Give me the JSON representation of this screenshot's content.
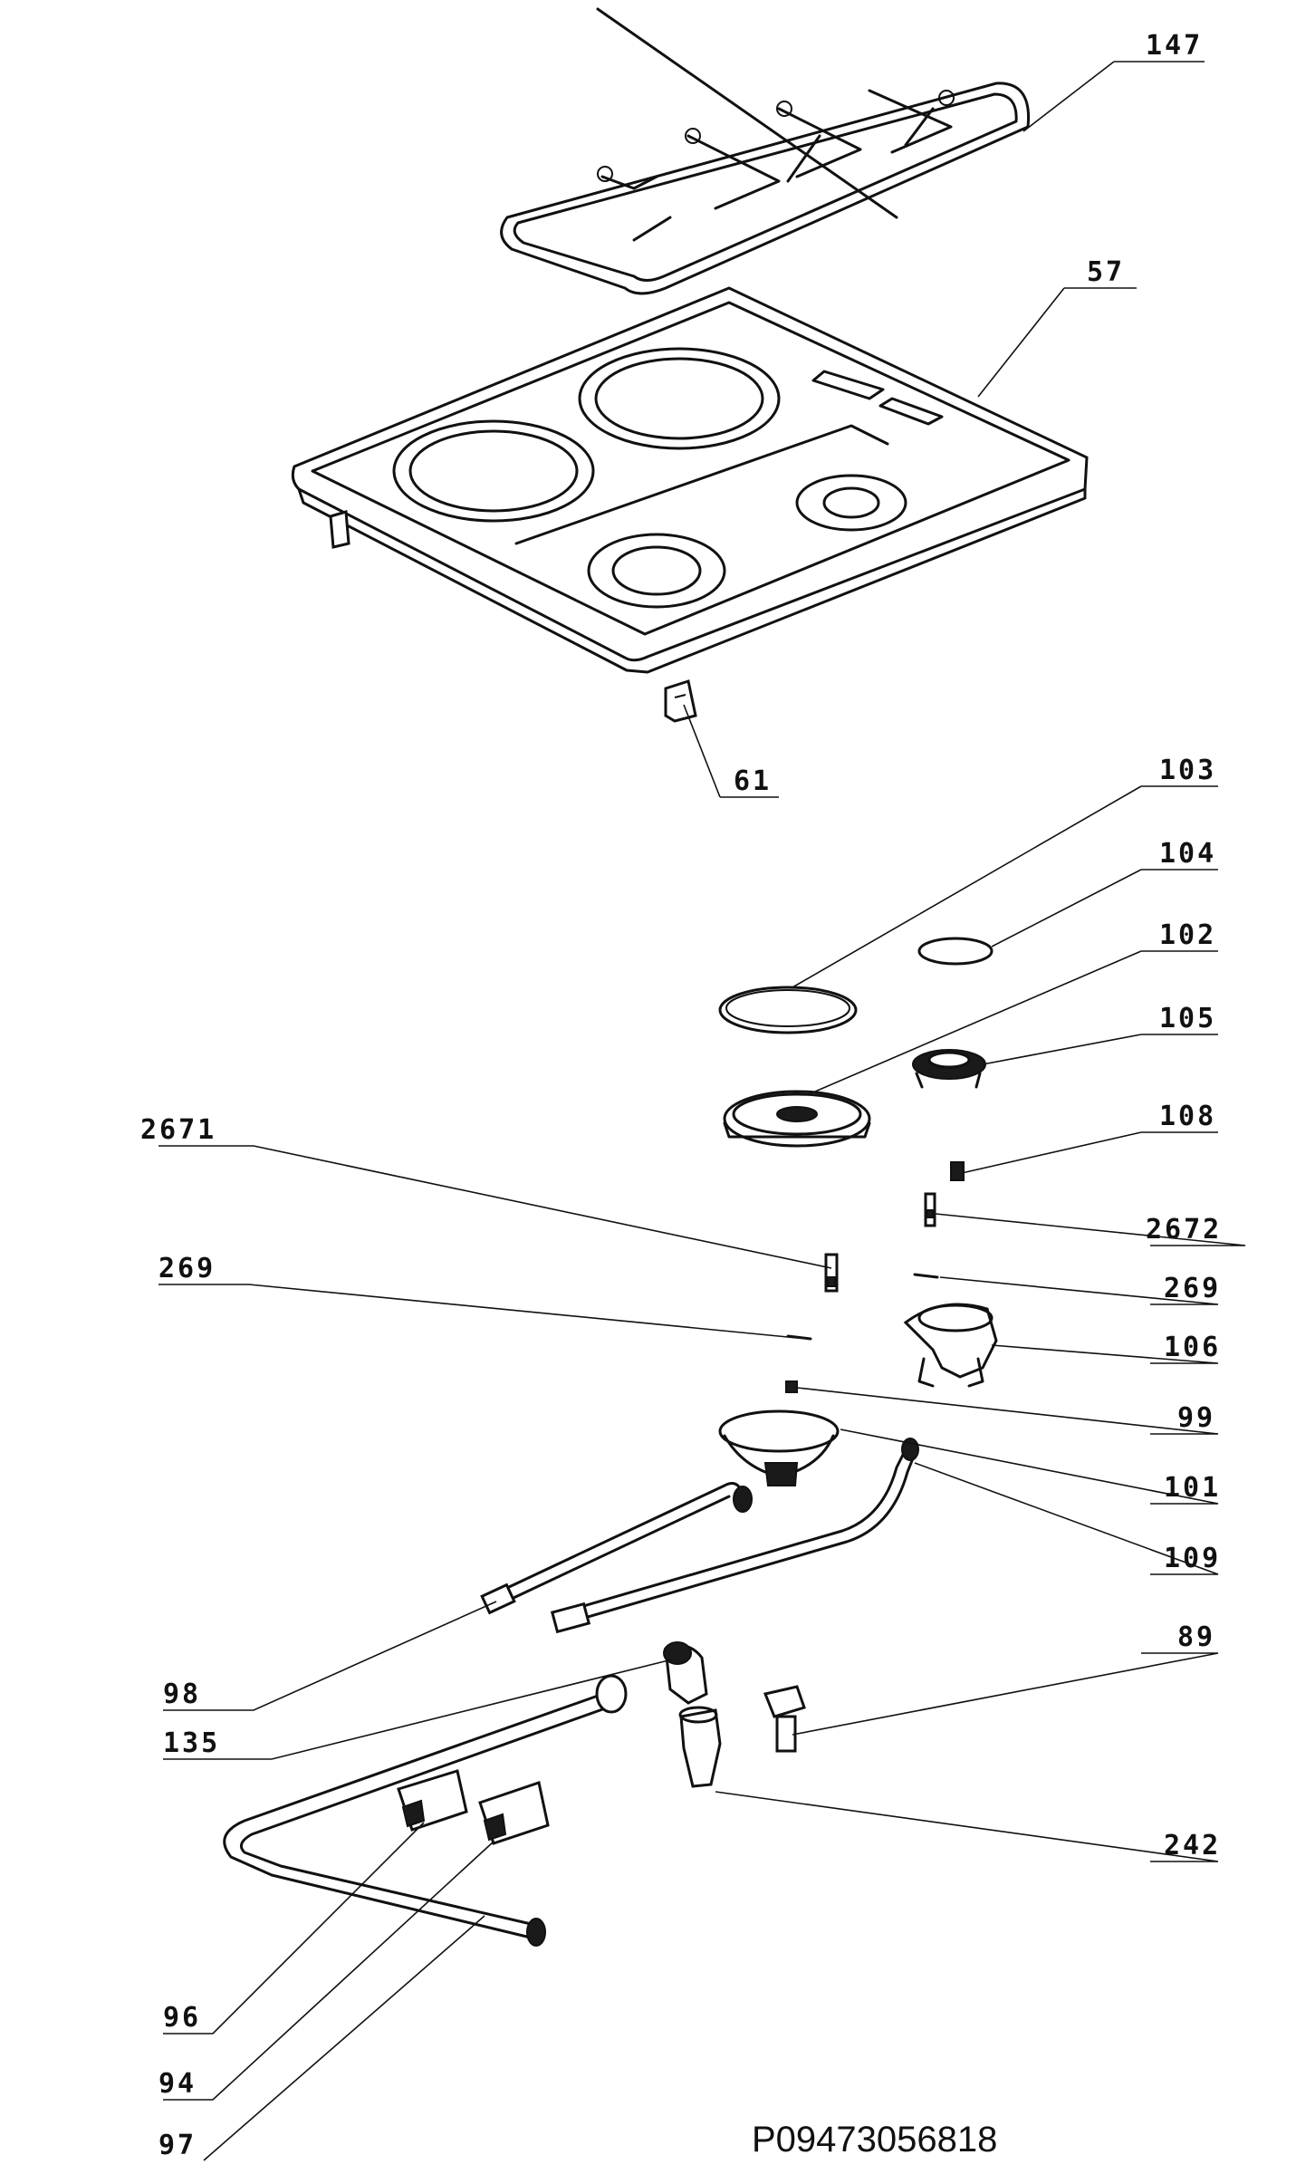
{
  "callouts": {
    "c147": "147",
    "c57": "57",
    "c61": "61",
    "c103": "103",
    "c104": "104",
    "c102": "102",
    "c105": "105",
    "c108": "108",
    "c2671": "2671",
    "c2672": "2672",
    "c269a": "269",
    "c269b": "269",
    "c106": "106",
    "c99": "99",
    "c101": "101",
    "c109": "109",
    "c98": "98",
    "c89": "89",
    "c135": "135",
    "c242": "242",
    "c96": "96",
    "c94": "94",
    "c97": "97"
  },
  "reference_code": "P09473056818"
}
